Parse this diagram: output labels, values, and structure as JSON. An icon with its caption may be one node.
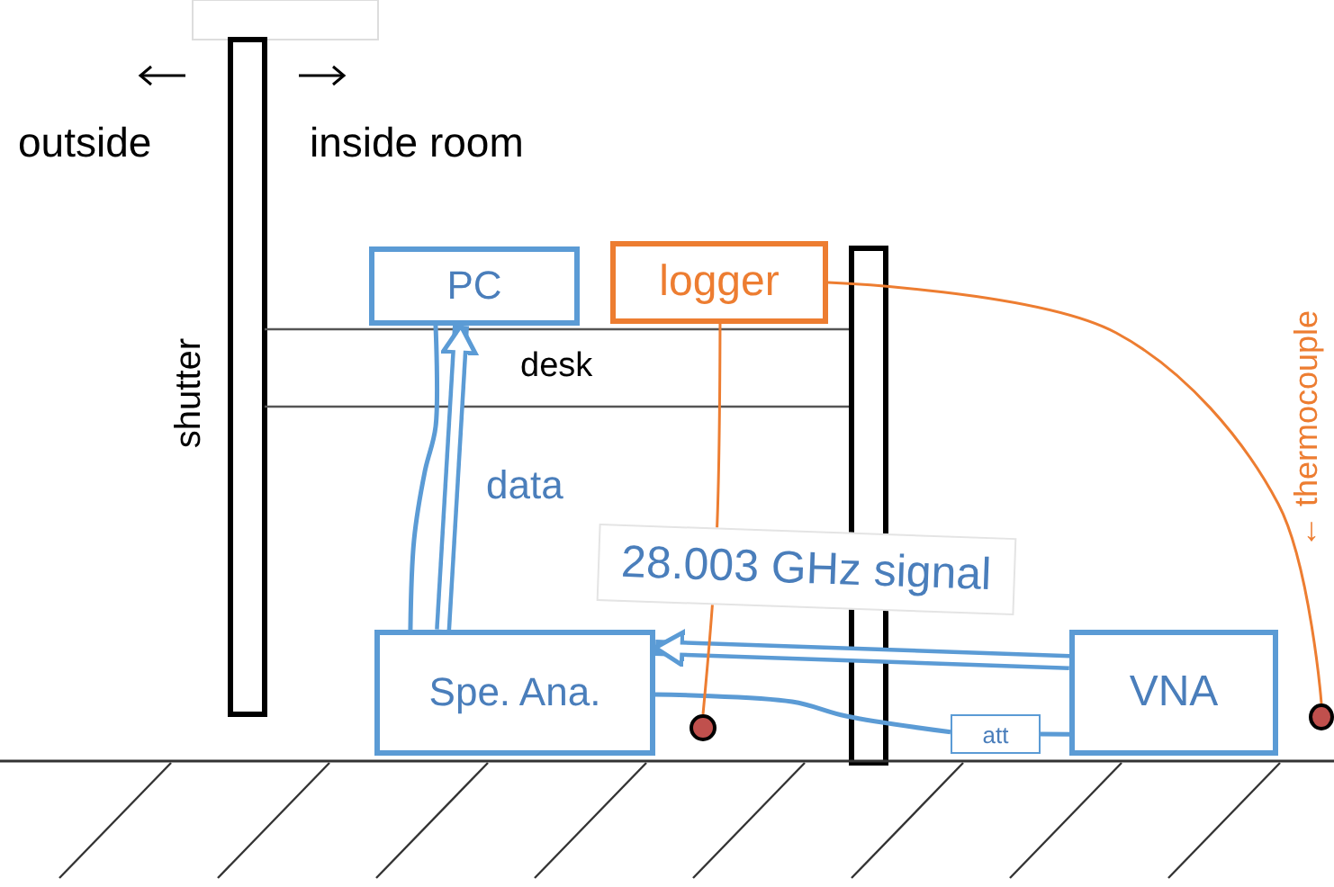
{
  "diagram": {
    "nodes": [
      {
        "text": [
          "PC"
        ]
      },
      {
        "text": [
          "logger"
        ]
      },
      {
        "text": [
          "Spe. Ana."
        ]
      },
      {
        "text": [
          "att"
        ]
      },
      {
        "text": [
          "VNA"
        ]
      },
      {
        "text": [],
        "shape": "circle"
      },
      {
        "text": [],
        "shape": "circle"
      }
    ],
    "edges": [
      {
        "from": 2,
        "to": 0,
        "arrow": "none"
      },
      {
        "from": 2,
        "to": 0,
        "arrow": "to",
        "label": "data",
        "style": "thick"
      },
      {
        "from": 4,
        "to": 2,
        "arrow": "to",
        "label": "28.003 GHz signal",
        "style": "thick"
      },
      {
        "from": 2,
        "to": 3,
        "arrow": "none"
      },
      {
        "from": 3,
        "to": 4,
        "arrow": "none"
      },
      {
        "from": 1,
        "to": 5,
        "arrow": "none",
        "color": "#ed7d31"
      },
      {
        "from": 1,
        "to": 6,
        "arrow": "none",
        "color": "#ed7d31"
      }
    ],
    "labels": [
      "outside",
      "inside room",
      "shutter",
      "desk",
      "← thermocouple"
    ]
  }
}
